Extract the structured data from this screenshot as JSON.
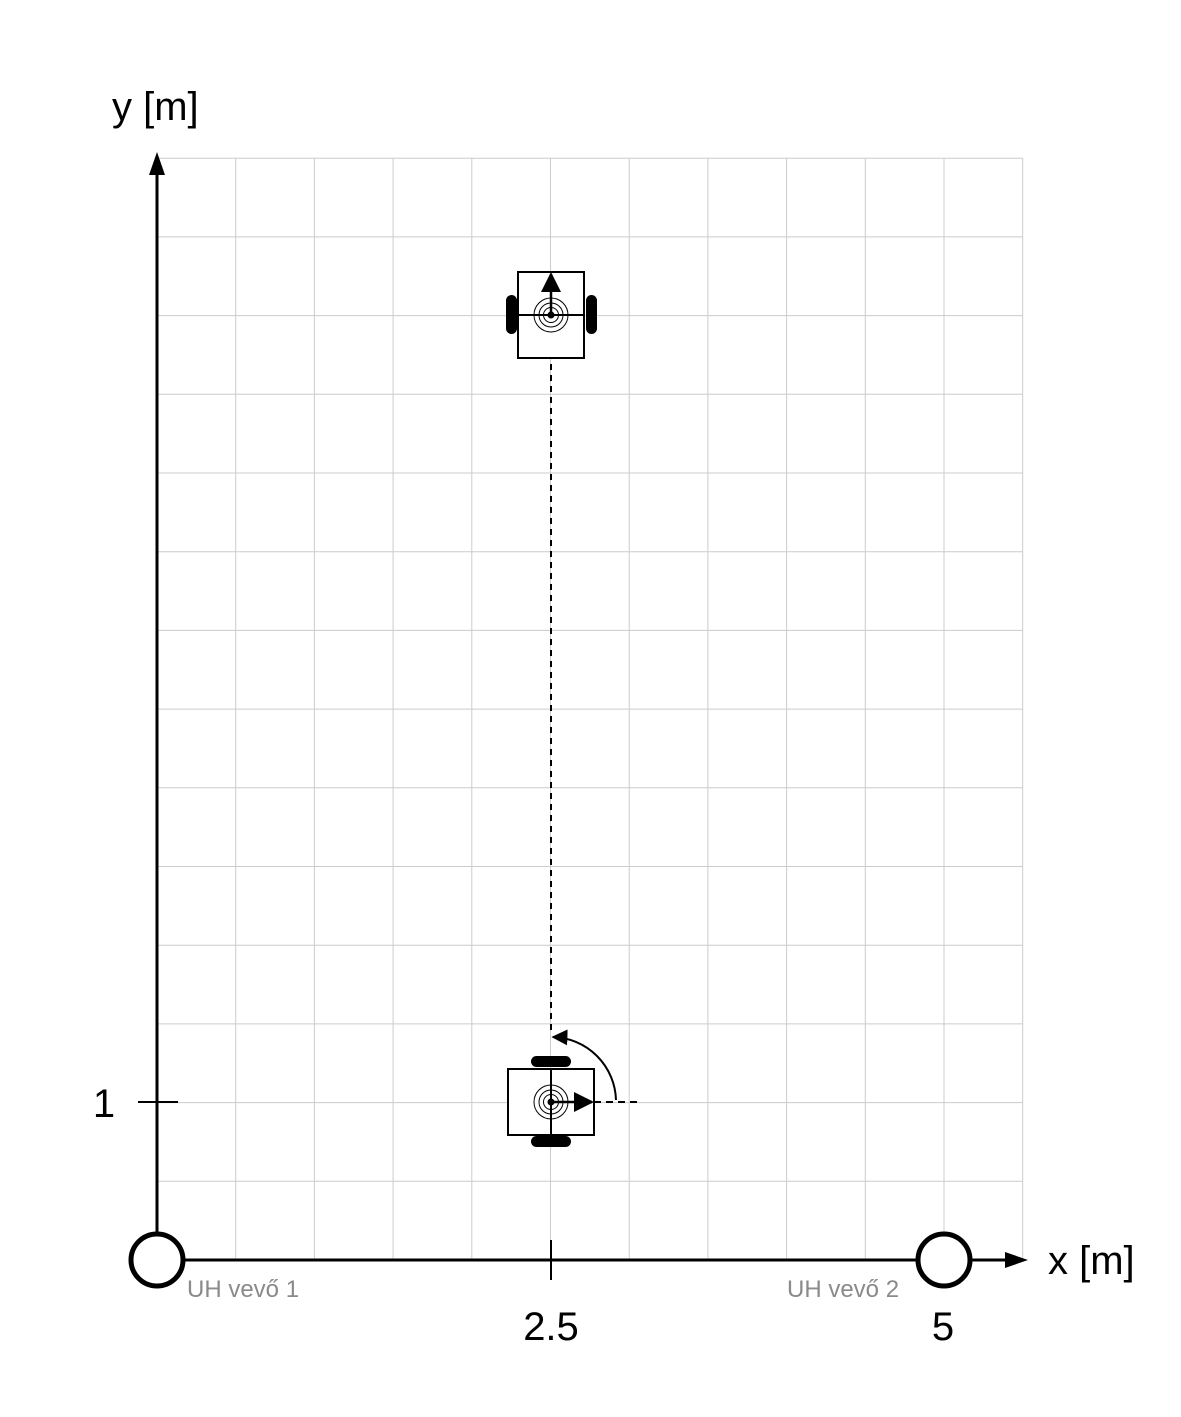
{
  "axes": {
    "x_label": "x [m]",
    "y_label": "y [m]",
    "x_range": [
      0,
      5.5
    ],
    "y_range": [
      0,
      7
    ]
  },
  "grid": {
    "visible": true,
    "step_m": 0.5,
    "color": "#cccccc"
  },
  "ticks": {
    "x": [
      {
        "value": 2.5,
        "label": "2.5"
      },
      {
        "value": 5,
        "label": "5"
      }
    ],
    "y": [
      {
        "value": 1,
        "label": "1"
      }
    ]
  },
  "receivers": [
    {
      "x": 0,
      "y": 0,
      "label": "UH vevő 1"
    },
    {
      "x": 5,
      "y": 0,
      "label": "UH vevő 2"
    }
  ],
  "robots": [
    {
      "x": 2.5,
      "y": 1,
      "heading_deg": 0,
      "role": "start"
    },
    {
      "x": 2.5,
      "y": 6,
      "heading_deg": 90,
      "role": "end"
    }
  ],
  "path": {
    "from": [
      2.5,
      1
    ],
    "to": [
      2.5,
      6
    ],
    "style": "dashed"
  },
  "rotation": {
    "at": [
      2.5,
      1
    ],
    "from_deg": 0,
    "to_deg": 90
  },
  "colors": {
    "ink": "#000000",
    "receiver_label": "#8a8a8a",
    "grid": "#cccccc"
  }
}
